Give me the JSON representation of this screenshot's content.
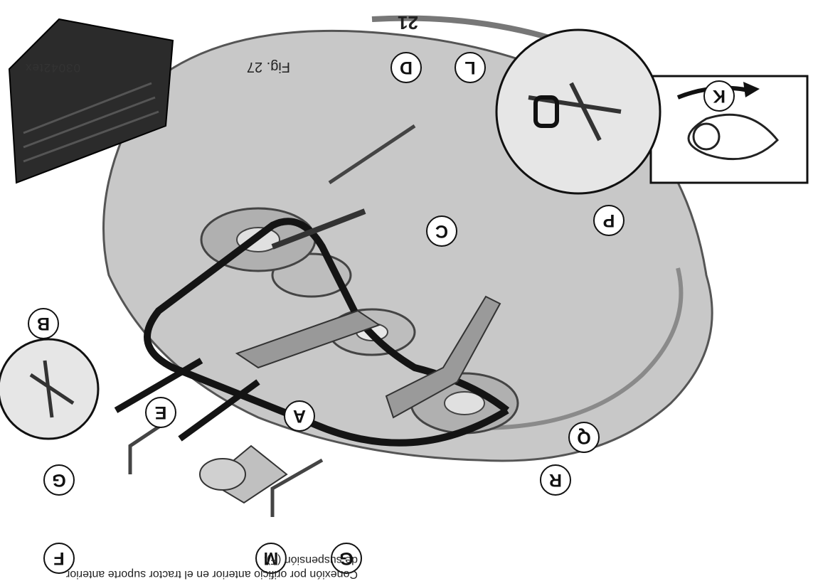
{
  "page_number": "21",
  "figure_label": "Fig. 27",
  "figure_code": "03042tex",
  "caption": {
    "line1": "Conexión por orificio  anterior en el tractor suporte anterior",
    "line2": "de suspensión (F)."
  },
  "callouts": {
    "A_left": "A",
    "A_mid": "A",
    "B": "B",
    "C": "C",
    "D": "D",
    "E": "E",
    "F": "F",
    "G_upper": "G",
    "G_lower": "G",
    "K": "K",
    "L": "L",
    "M": "M",
    "P": "P",
    "Q": "Q",
    "R": "R"
  },
  "colors": {
    "deck": "#c8c8c8",
    "deck_dark": "#8a8a8a",
    "belt": "#141414",
    "ink": "#111111",
    "chute": "#2b2b2b"
  }
}
